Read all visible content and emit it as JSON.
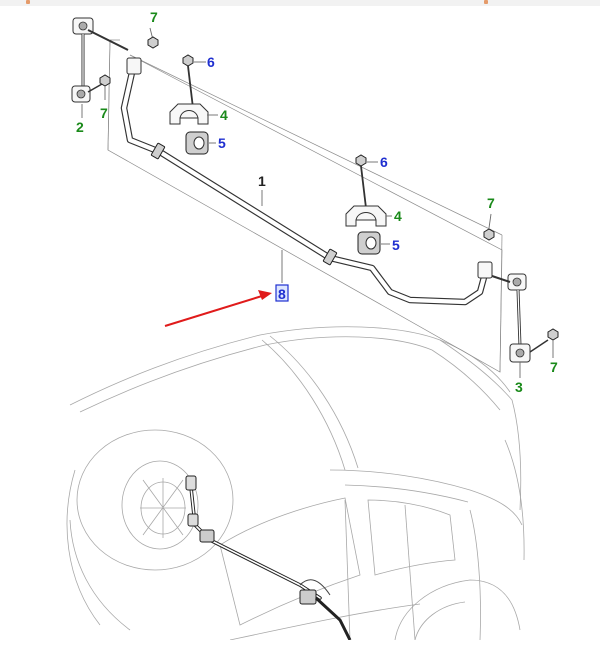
{
  "callouts": {
    "c1": "1",
    "c2": "2",
    "c3": "3",
    "c4a": "4",
    "c4b": "4",
    "c5a": "5",
    "c5b": "5",
    "c6a": "6",
    "c6b": "6",
    "c7a": "7",
    "c7b": "7",
    "c7c": "7",
    "c7d": "7",
    "c8": "8"
  },
  "colors": {
    "green_callout": "#1a8a1a",
    "blue_callout": "#1f2fd0",
    "arrow": "#e01b1b",
    "highlight_box": "#dde6ff"
  },
  "icons": {
    "pointer_arrow": "red-arrow-icon"
  }
}
